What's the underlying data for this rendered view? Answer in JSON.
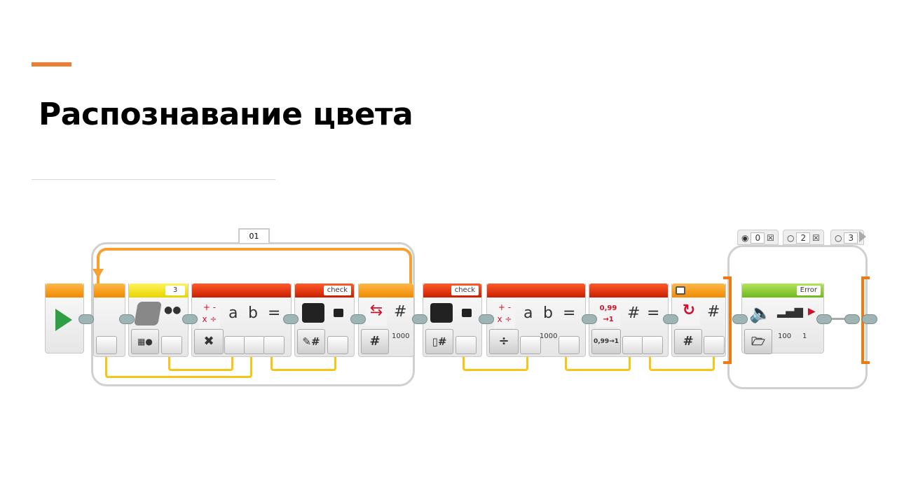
{
  "slide": {
    "title": "Распознавание цвета"
  },
  "program": {
    "loop": {
      "name": "01",
      "value": "1000"
    },
    "color_sensor": {
      "port": "3"
    },
    "variable_write": {
      "name": "check"
    },
    "variable_read": {
      "name": "check"
    },
    "math1": {
      "a": "a",
      "b": "b",
      "eq": "=",
      "op": "✖"
    },
    "math2": {
      "a": "a",
      "b": "b",
      "eq": "=",
      "op": "÷",
      "b_value": "1000"
    },
    "round": {
      "icon": "0,99 →1",
      "hash": "#",
      "eq": "=",
      "mode": "0,99→1"
    },
    "switch": {
      "cases": [
        "0",
        "2",
        "3"
      ],
      "hash": "#"
    },
    "sound": {
      "file": "Error",
      "volume": "100",
      "play_type": "1"
    }
  },
  "colors": {
    "red": "#c81e00",
    "orange": "#f08a00",
    "yellow": "#e8d400",
    "green": "#6fb81e",
    "wire": "#f5c518"
  }
}
